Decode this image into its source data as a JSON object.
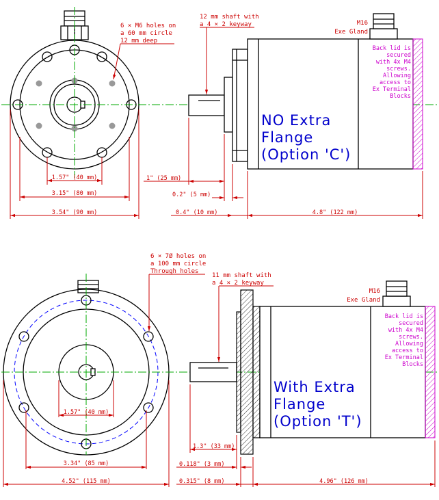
{
  "colors": {
    "outline": "#000000",
    "dimension": "#cc0000",
    "centerline": "#00aa00",
    "hidden_circle": "#0000ff",
    "option_text": "#0000cc",
    "back_lid": "#cc00cc",
    "tapped_hole": "#999999"
  },
  "top": {
    "holes_note": [
      "6 × M6 holes on",
      "a 60 mm circle",
      "12 mm deep"
    ],
    "shaft_note": [
      "12 mm shaft with",
      "a 4 × 2 keyway"
    ],
    "gland_note": [
      "M16",
      "Exe Gland"
    ],
    "lid_note": [
      "Back lid is",
      "secured",
      "with 4x M4",
      "screws.",
      "Allowing",
      "access to",
      "Ex Terminal",
      "Blocks"
    ],
    "option_text": [
      "NO Extra",
      "Flange",
      "(Option 'C')"
    ],
    "dims": {
      "pcd": "1.57\" (40 mm)",
      "spigot": "3.15\" (80 mm)",
      "body": "3.54\" (90 mm)",
      "shaft_len": "1\" (25 mm)",
      "step": "0.2\" (5 mm)",
      "flange": "0.4\" (10 mm)",
      "length": "4.8\" (122 mm)"
    }
  },
  "bottom": {
    "holes_note": [
      "6 × 7Ø holes on",
      "a 100 mm circle",
      "Through holes"
    ],
    "shaft_note": [
      "11 mm shaft with",
      "a 4 × 2 keyway"
    ],
    "gland_note": [
      "M16",
      "Exe Gland"
    ],
    "lid_note": [
      "Back lid is",
      "secured",
      "with 4x M4",
      "screws.",
      "Allowing",
      "access to",
      "Ex Terminal",
      "Blocks"
    ],
    "option_text": [
      "With Extra",
      "Flange",
      "(Option 'T')"
    ],
    "dims": {
      "pcd": "1.57\" (40 mm)",
      "spigot": "3.34\" (85 mm)",
      "body": "4.52\" (115 mm)",
      "shaft_len": "1.3\" (33 mm)",
      "step": "0.118\" (3 mm)",
      "flange": "0.315\" (8 mm)",
      "length": "4.96\" (126 mm)"
    }
  }
}
